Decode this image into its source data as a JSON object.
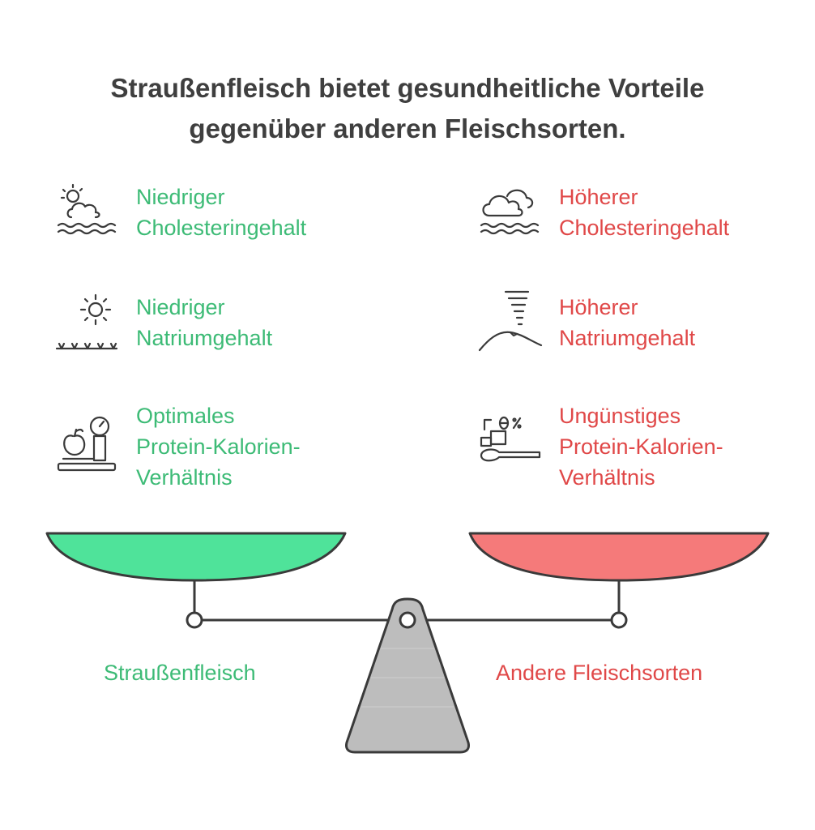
{
  "title": {
    "line1": "Straußenfleisch bietet gesundheitliche Vorteile",
    "line2": "gegenüber anderen Fleischsorten."
  },
  "left_side": {
    "items": [
      {
        "icon": "sun-cloud-waves-icon",
        "lines": [
          "Niedriger",
          "Cholesteringehalt"
        ]
      },
      {
        "icon": "sun-grass-icon",
        "lines": [
          "Niedriger",
          "Natriumgehalt"
        ]
      },
      {
        "icon": "apple-scale-icon",
        "lines": [
          "Optimales",
          "Protein-Kalorien-",
          "Verhältnis"
        ]
      }
    ],
    "pan_label": "Straußenfleisch",
    "color": "#3dbb76"
  },
  "right_side": {
    "items": [
      {
        "icon": "cloud-waves-icon",
        "lines": [
          "Höherer",
          "Cholesteringehalt"
        ]
      },
      {
        "icon": "tornado-hill-icon",
        "lines": [
          "Höherer",
          "Natriumgehalt"
        ]
      },
      {
        "icon": "measuring-spoon-icon",
        "lines": [
          "Ungünstiges",
          "Protein-Kalorien-",
          "Verhältnis"
        ]
      }
    ],
    "pan_label": "Andere Fleischsorten",
    "color": "#e04848"
  },
  "colors": {
    "title": "#3f3f3f",
    "left_pan": "#4fe39a",
    "right_pan": "#f57a7a",
    "fulcrum": "#bdbdbd",
    "outline": "#3a3a3a"
  }
}
